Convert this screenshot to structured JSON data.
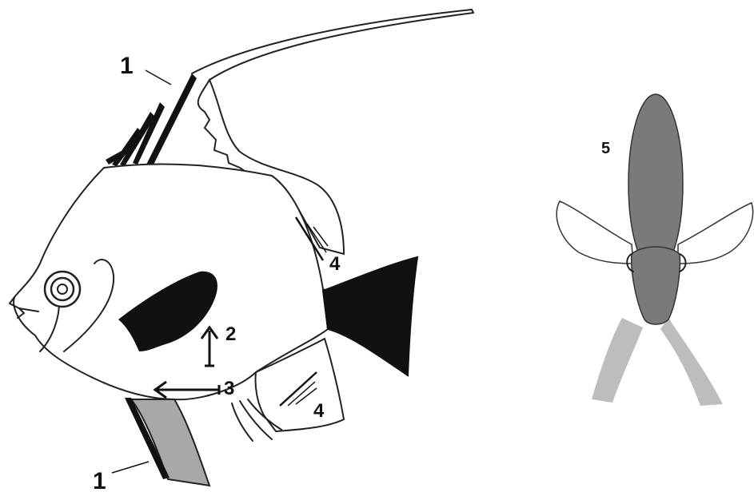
{
  "figure": {
    "labels": {
      "dorsal_spine": "1",
      "pelvic_fin": "1",
      "vertical_arrow": "2",
      "horizontal_arrow": "3",
      "dorsal_soft_fin": "4",
      "anal_fin": "4",
      "front_view": "5"
    },
    "colors": {
      "outline": "#222222",
      "black_band": "#111111",
      "pelvic_fin": "#a8a8a8",
      "front_body": "#7a7a7a",
      "front_fins": "#bdbdbd"
    }
  }
}
